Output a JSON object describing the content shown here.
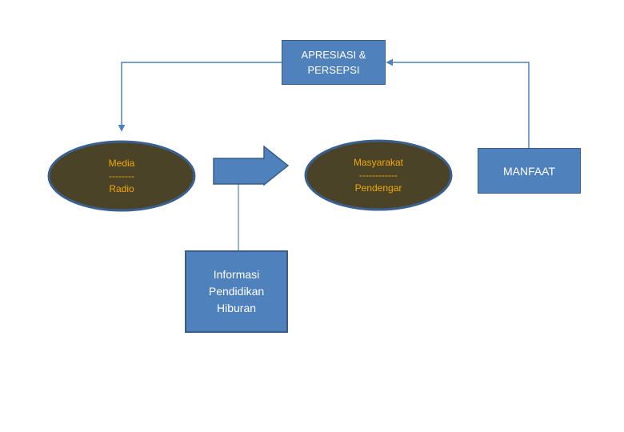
{
  "nodes": {
    "apresiasi": {
      "lines": [
        "APRESIASI &",
        "PERSEPSI"
      ]
    },
    "media": {
      "lines": [
        "Media",
        "--------",
        "Radio"
      ]
    },
    "masyarakat": {
      "lines": [
        "Masyarakat",
        "------------",
        "Pendengar"
      ]
    },
    "manfaat": {
      "lines": [
        "MANFAAT"
      ]
    },
    "informasi": {
      "lines": [
        "Informasi",
        "Pendidikan",
        "Hiburan"
      ]
    }
  },
  "colors": {
    "box_fill": "#4f81bd",
    "box_border": "#385d8a",
    "oval_fill": "#4a4328",
    "oval_border": "#3b6090",
    "oval_text": "#f0a800",
    "connector": "#4f81bd",
    "box_text": "#ffffff"
  }
}
